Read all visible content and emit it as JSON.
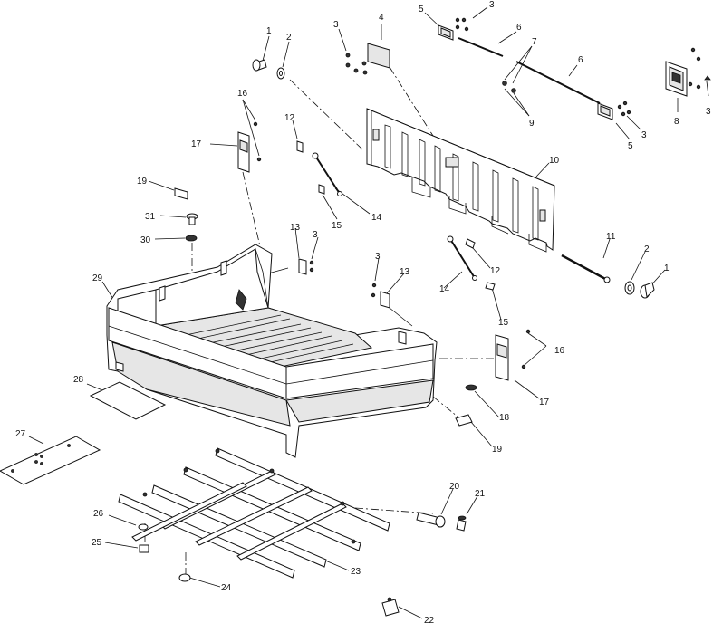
{
  "callouts": [
    {
      "id": "c1a",
      "text": "1"
    },
    {
      "id": "c2a",
      "text": "2"
    },
    {
      "id": "c3a",
      "text": "3"
    },
    {
      "id": "c4",
      "text": "4"
    },
    {
      "id": "c5a",
      "text": "5"
    },
    {
      "id": "c3b",
      "text": "3"
    },
    {
      "id": "c6a",
      "text": "6"
    },
    {
      "id": "c7",
      "text": "7"
    },
    {
      "id": "c6b",
      "text": "6"
    },
    {
      "id": "c9",
      "text": "9"
    },
    {
      "id": "c8",
      "text": "8"
    },
    {
      "id": "c3c",
      "text": "3"
    },
    {
      "id": "c3d",
      "text": "3"
    },
    {
      "id": "c5b",
      "text": "5"
    },
    {
      "id": "c16a",
      "text": "16"
    },
    {
      "id": "c17a",
      "text": "17"
    },
    {
      "id": "c12a",
      "text": "12"
    },
    {
      "id": "c19a",
      "text": "19"
    },
    {
      "id": "c31",
      "text": "31"
    },
    {
      "id": "c30",
      "text": "30"
    },
    {
      "id": "c15a",
      "text": "15"
    },
    {
      "id": "c14a",
      "text": "14"
    },
    {
      "id": "c10",
      "text": "10"
    },
    {
      "id": "c13a",
      "text": "13"
    },
    {
      "id": "c3e",
      "text": "3"
    },
    {
      "id": "c29",
      "text": "29"
    },
    {
      "id": "c11",
      "text": "11"
    },
    {
      "id": "c2b",
      "text": "2"
    },
    {
      "id": "c1b",
      "text": "1"
    },
    {
      "id": "c3f",
      "text": "3"
    },
    {
      "id": "c13b",
      "text": "13"
    },
    {
      "id": "c12b",
      "text": "12"
    },
    {
      "id": "c14b",
      "text": "14"
    },
    {
      "id": "c15b",
      "text": "15"
    },
    {
      "id": "c16b",
      "text": "16"
    },
    {
      "id": "c17b",
      "text": "17"
    },
    {
      "id": "c18",
      "text": "18"
    },
    {
      "id": "c19b",
      "text": "19"
    },
    {
      "id": "c28",
      "text": "28"
    },
    {
      "id": "c27",
      "text": "27"
    },
    {
      "id": "c20",
      "text": "20"
    },
    {
      "id": "c21",
      "text": "21"
    },
    {
      "id": "c26",
      "text": "26"
    },
    {
      "id": "c25",
      "text": "25"
    },
    {
      "id": "c23",
      "text": "23"
    },
    {
      "id": "c24",
      "text": "24"
    },
    {
      "id": "c22",
      "text": "22"
    }
  ]
}
